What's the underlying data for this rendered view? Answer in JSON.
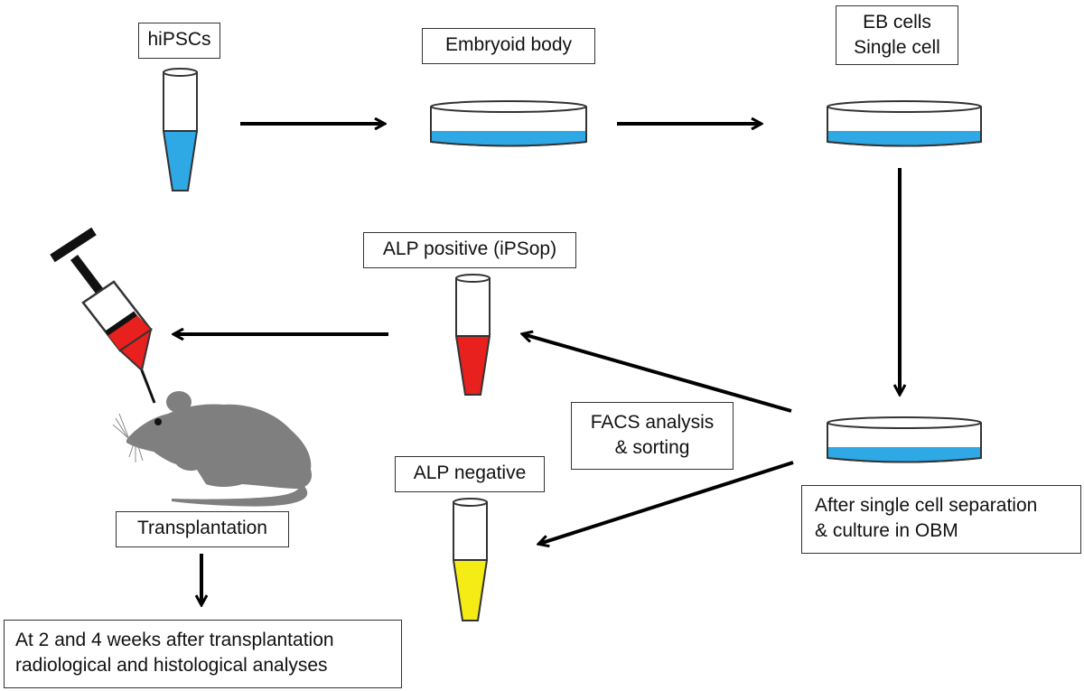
{
  "labels": {
    "hipscs": "hiPSCs",
    "embryoid_body": "Embryoid body",
    "eb_cells_line1": "EB cells",
    "eb_cells_line2": "Single cell",
    "alp_positive": "ALP positive (iPSop)",
    "alp_negative": "ALP negative",
    "facs_line1": "FACS analysis",
    "facs_line2": "& sorting",
    "after_separation_line1": "After single cell separation",
    "after_separation_line2": "& culture in OBM",
    "transplantation": "Transplantation",
    "analysis_line1": "At 2 and 4 weeks after transplantation",
    "analysis_line2": "radiological and histological analyses"
  },
  "colors": {
    "culture_medium": "#2fa8e6",
    "tube_hipscs": "#2fa8e6",
    "tube_alp_positive": "#e8201e",
    "tube_alp_negative": "#f5ec16",
    "syringe_fill": "#e8201e",
    "mouse": "#7f7f7f",
    "arrow": "#000000"
  },
  "icons": {
    "tube": "tube-icon",
    "dish": "petri-dish-icon",
    "syringe": "syringe-icon",
    "mouse": "mouse-icon"
  }
}
